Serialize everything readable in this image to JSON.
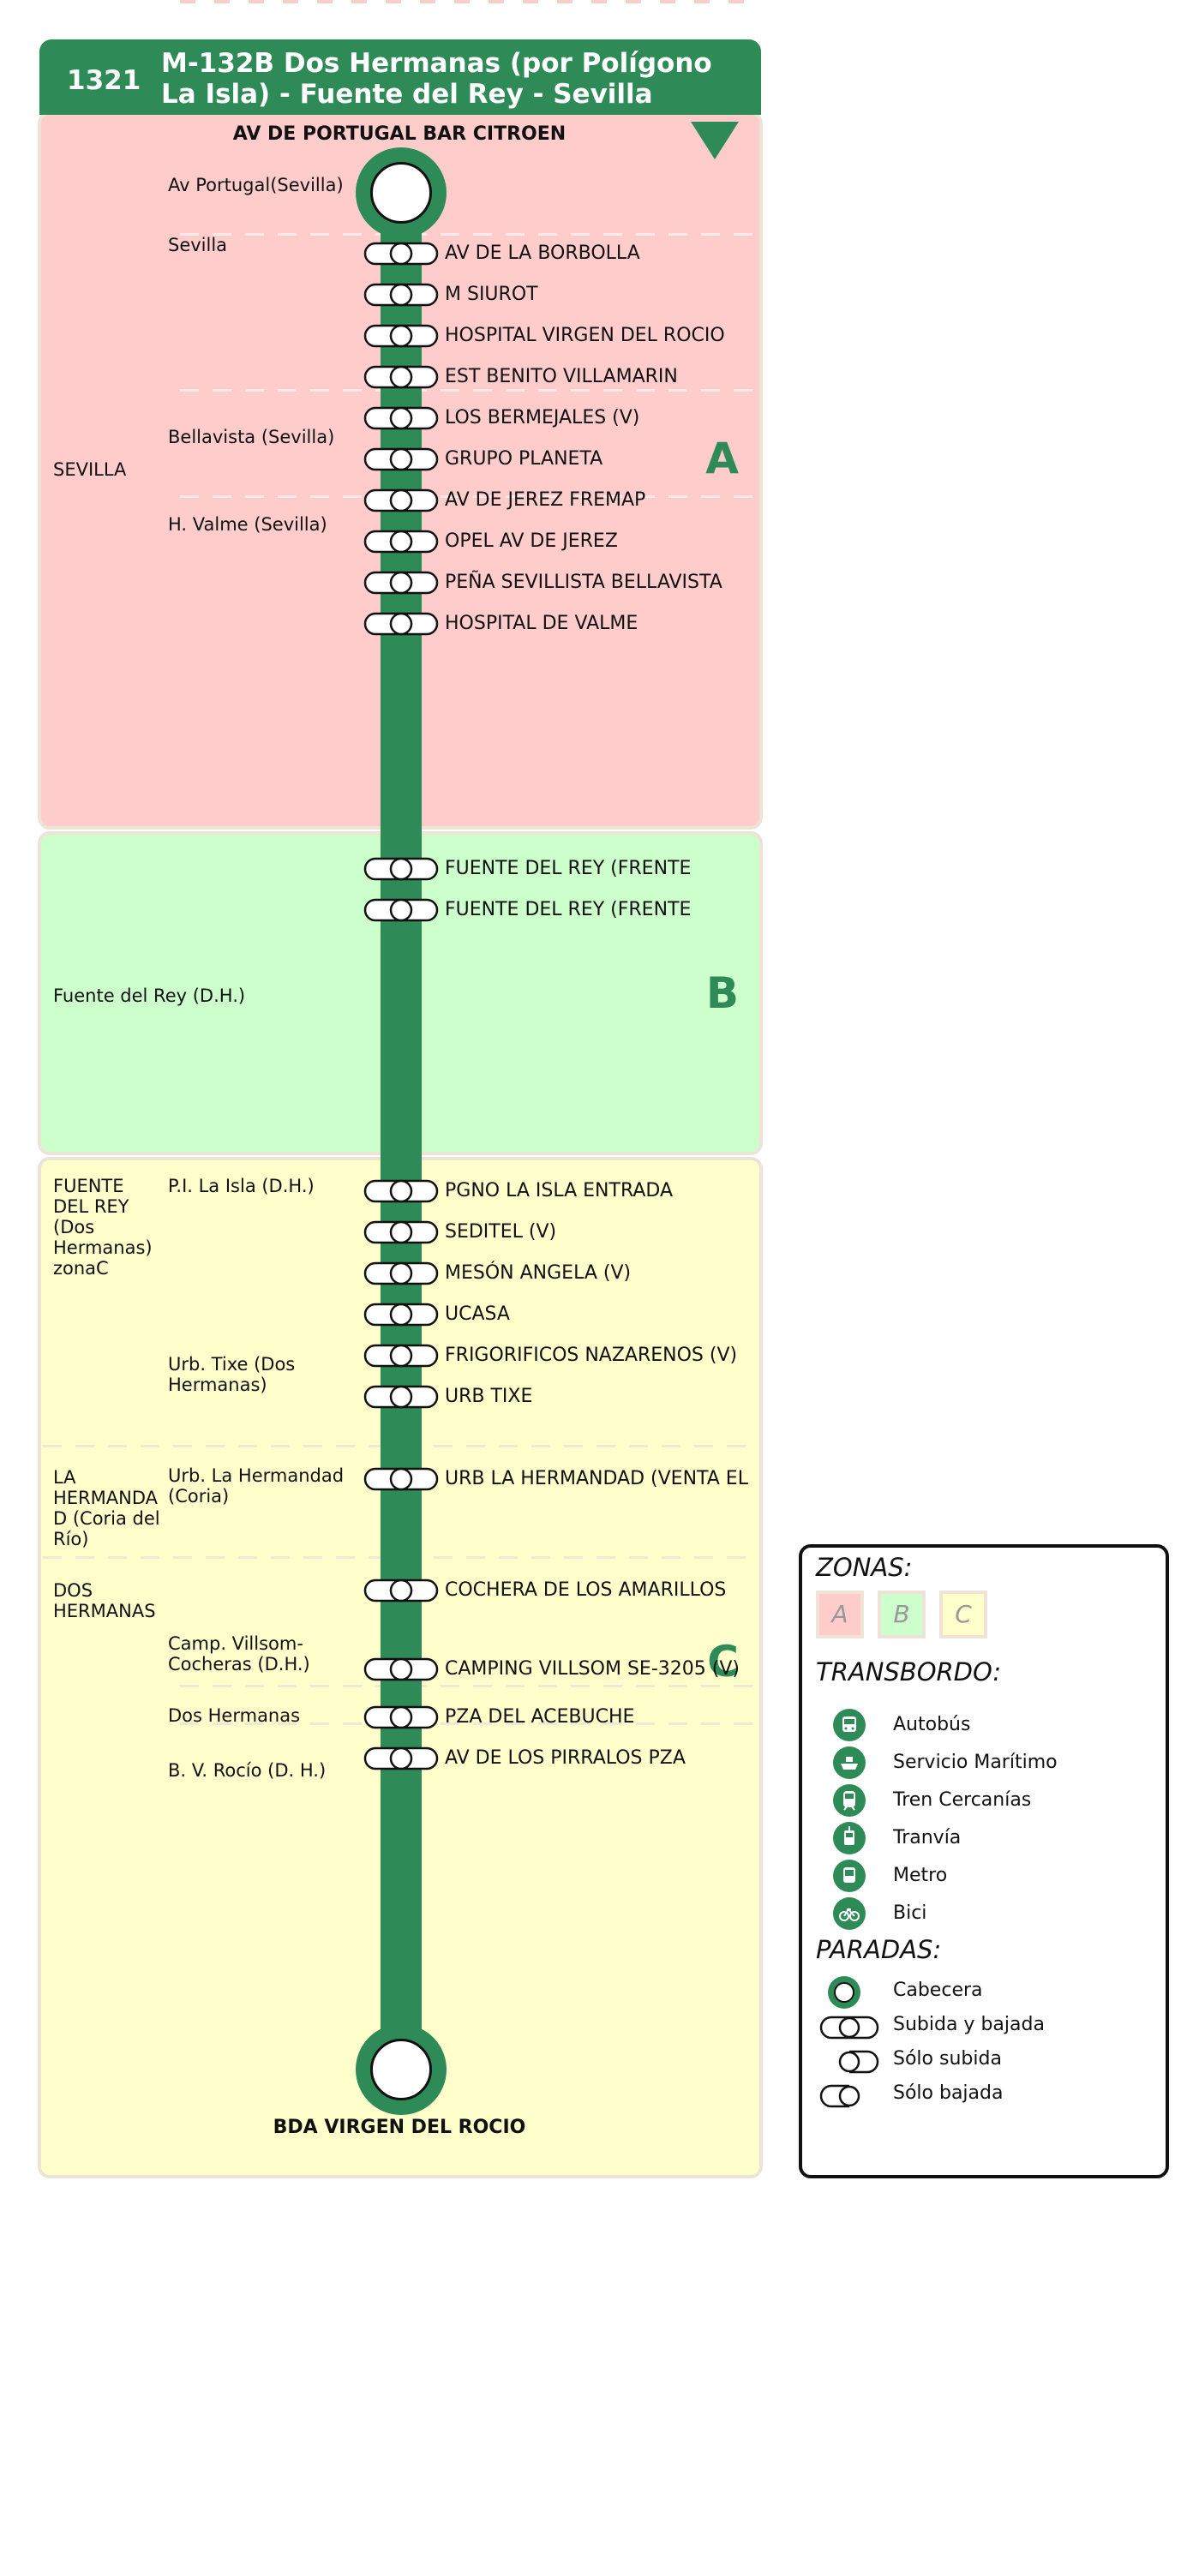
{
  "route": {
    "number": "1321",
    "title": "M-132B Dos Hermanas (por Polígono La Isla) - Fuente del Rey - Sevilla",
    "origin": "AV DE PORTUGAL BAR CITROEN",
    "destination": "BDA VIRGEN DEL ROCIO",
    "line_color": "#2e8b57"
  },
  "zones": [
    {
      "letter": "A",
      "color": "#ffcccc"
    },
    {
      "letter": "B",
      "color": "#ccffcc"
    },
    {
      "letter": "C",
      "color": "#ffffcc"
    }
  ],
  "municipalities": [
    "SEVILLA",
    "Fuente del Rey (D.H.)",
    "FUENTE DEL REY (Dos Hermanas) zonaC",
    "LA HERMANDA D (Coria del Río)",
    "DOS HERMANAS"
  ],
  "localities": [
    "Av Portugal(Sevilla)",
    "Sevilla",
    "Bellavista (Sevilla)",
    "H. Valme (Sevilla)",
    "P.I. La Isla (D.H.)",
    "Urb. Tixe (Dos Hermanas)",
    "Urb. La Hermandad (Coria)",
    "Camp. Villsom-Cocheras (D.H.)",
    "Dos Hermanas",
    "B. V. Rocío (D. H.)"
  ],
  "stops": [
    "AV DE LA BORBOLLA",
    "M SIUROT",
    "HOSPITAL VIRGEN DEL ROCIO",
    "EST BENITO VILLAMARIN",
    "LOS BERMEJALES (V)",
    "GRUPO PLANETA",
    "AV DE JEREZ FREMAP",
    "OPEL AV DE JEREZ",
    "PEÑA SEVILLISTA BELLAVISTA",
    "HOSPITAL DE VALME",
    "FUENTE DEL REY (FRENTE",
    "FUENTE DEL REY (FRENTE",
    "PGNO LA ISLA ENTRADA",
    "SEDITEL (V)",
    "MESÓN ANGELA (V)",
    "UCASA",
    "FRIGORIFICOS NAZARENOS (V)",
    "URB TIXE",
    "URB LA HERMANDAD (VENTA EL",
    "COCHERA DE LOS AMARILLOS",
    "CAMPING VILLSOM SE-3205 (V)",
    "PZA DEL ACEBUCHE",
    "AV DE LOS PIRRALOS PZA"
  ],
  "legend": {
    "zones_title": "ZONAS:",
    "zones": [
      "A",
      "B",
      "C"
    ],
    "transfer_title": "TRANSBORDO:",
    "transfers": [
      {
        "icon": "bus-icon",
        "label": "Autobús"
      },
      {
        "icon": "ship-icon",
        "label": "Servicio Marítimo"
      },
      {
        "icon": "train-icon",
        "label": "Tren Cercanías"
      },
      {
        "icon": "tram-icon",
        "label": "Tranvía"
      },
      {
        "icon": "metro-icon",
        "label": "Metro"
      },
      {
        "icon": "bike-icon",
        "label": "Bici"
      }
    ],
    "stops_title": "PARADAS:",
    "stop_types": [
      "Cabecera",
      "Subida y bajada",
      "Sólo subida",
      "Sólo bajada"
    ]
  }
}
